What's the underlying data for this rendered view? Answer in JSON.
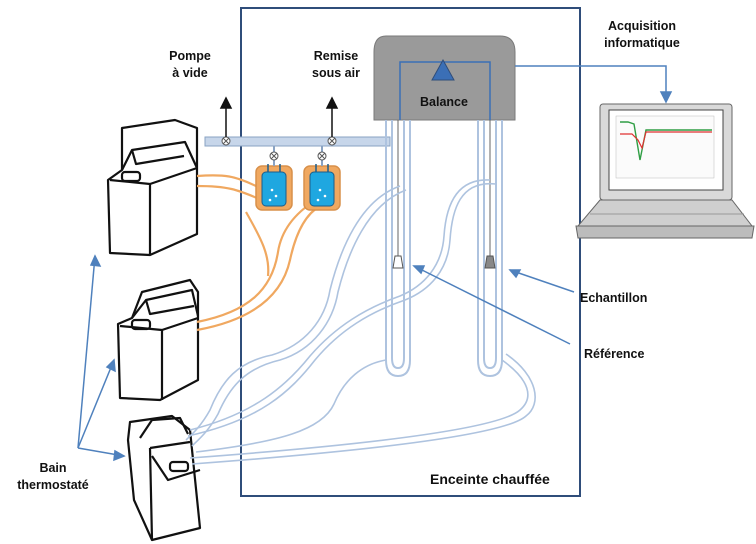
{
  "labels": {
    "pompe_line1": "Pompe",
    "pompe_line2": "à vide",
    "remise_line1": "Remise",
    "remise_line2": "sous air",
    "acquisition_line1": "Acquisition",
    "acquisition_line2": "informatique",
    "balance": "Balance",
    "echantillon": "Echantillon",
    "reference": "Référence",
    "bain_line1": "Bain",
    "bain_line2": "thermostaté",
    "enceinte": "Enceinte chauffée"
  },
  "colors": {
    "enclosure": "#2f4d7a",
    "arrow_blue": "#4f81bd",
    "orange_tube": "#f0a860",
    "balance_gray": "#9a9a9a",
    "pipe_blue": "#c7d6ea",
    "triangle": "#3b6fb6",
    "flask_fill": "#1fa7e0"
  }
}
